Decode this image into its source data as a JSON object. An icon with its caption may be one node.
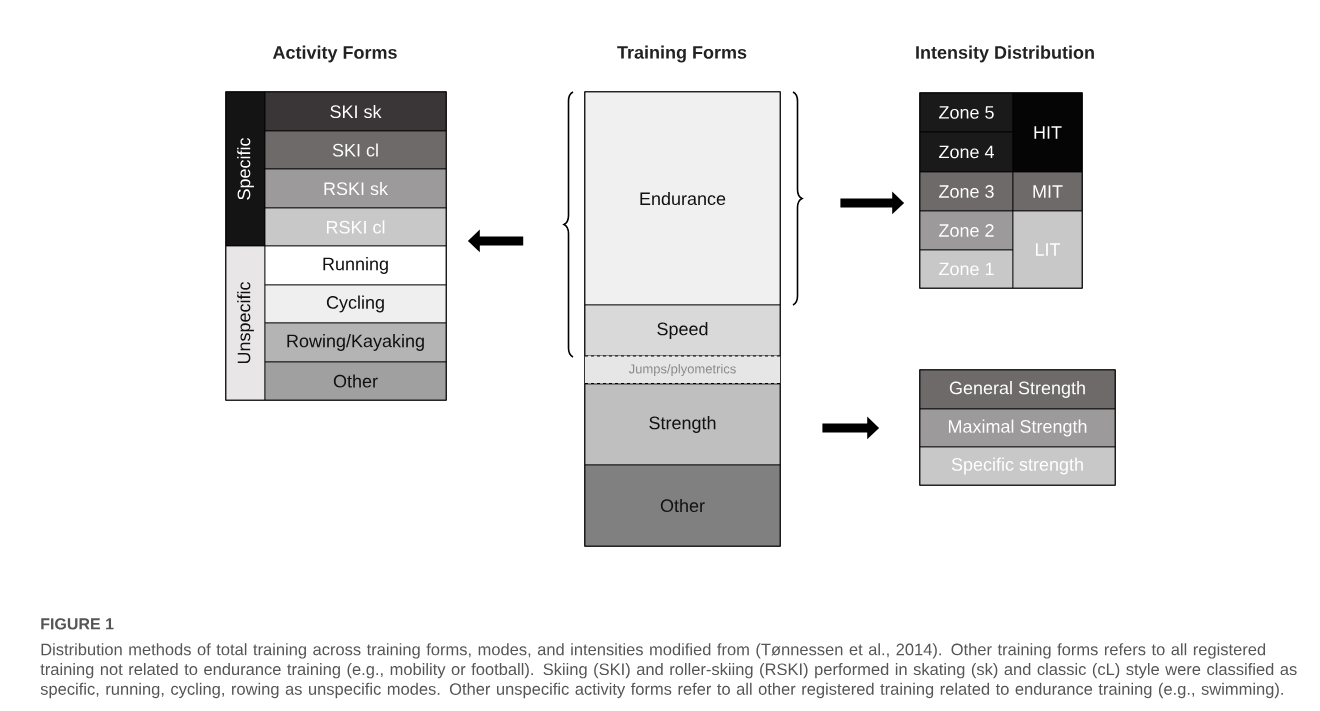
{
  "diagram": {
    "caption": "Distribution methods of total training across training forms, modes, and intensities modified from (Tønnessen et al., 2014). Other training forms refers to all registered training not related to endurance training (e.g., mobility or football). Skiing (SKI) and roller-skiing (RSKI) performed in skating (sk) and classic (cL) style were classified as specific, running, cycling, rowing as unspecific modes. Other unspecific activity forms refer to all other registered training related to endurance training (e.g., swimming).",
    "nodes": [
      {
        "text": [
          "Activity Forms"
        ]
      },
      {
        "text": [
          "Specific"
        ],
        "in": 0
      },
      {
        "text": [
          "Unspecific"
        ],
        "in": 0
      },
      {
        "text": [
          "SKI sk"
        ],
        "in": 0
      },
      {
        "text": [
          "SKI cl"
        ],
        "in": 0
      },
      {
        "text": [
          "RSKI sk"
        ],
        "in": 0
      },
      {
        "text": [
          "RSKI cl"
        ],
        "in": 0
      },
      {
        "text": [
          "Running"
        ],
        "in": 0
      },
      {
        "text": [
          "Cycling"
        ],
        "in": 0
      },
      {
        "text": [
          "Rowing/Kayaking"
        ],
        "in": 0
      },
      {
        "text": [
          "Other"
        ],
        "in": 0
      },
      {
        "text": [
          "Training Forms"
        ]
      },
      {
        "text": [
          "Endurance"
        ],
        "in": 11
      },
      {
        "text": [
          "Speed"
        ],
        "in": 11
      },
      {
        "text": [
          "Jumps/plyometrics"
        ],
        "in": 11
      },
      {
        "text": [
          "Strength"
        ],
        "in": 11
      },
      {
        "text": [
          "Other"
        ],
        "in": 11
      },
      {
        "text": [
          "Intensity Distribution"
        ]
      },
      {
        "text": [
          "Zone 5"
        ],
        "in": 17
      },
      {
        "text": [
          "Zone 4"
        ],
        "in": 17
      },
      {
        "text": [
          "Zone 3"
        ],
        "in": 17
      },
      {
        "text": [
          "Zone 2"
        ],
        "in": 17
      },
      {
        "text": [
          "Zone 1"
        ],
        "in": 17
      },
      {
        "text": [
          "HIT"
        ],
        "in": 17
      },
      {
        "text": [
          "MIT"
        ],
        "in": 17
      },
      {
        "text": [
          "LIT"
        ],
        "in": 17
      },
      {
        "text": [],
        "shape": "box"
      },
      {
        "text": [
          "General Strength"
        ],
        "in": 26
      },
      {
        "text": [
          "Maximal Strength"
        ],
        "in": 26
      },
      {
        "text": [
          "Specific strength"
        ],
        "in": 26
      }
    ],
    "edges": [
      {
        "from": 11,
        "to": 0,
        "arrow": "to"
      },
      {
        "from": 12,
        "to": 17,
        "arrow": "to"
      },
      {
        "from": 15,
        "to": 26,
        "arrow": "to"
      }
    ],
    "labels": [
      "FIGURE 1"
    ]
  }
}
